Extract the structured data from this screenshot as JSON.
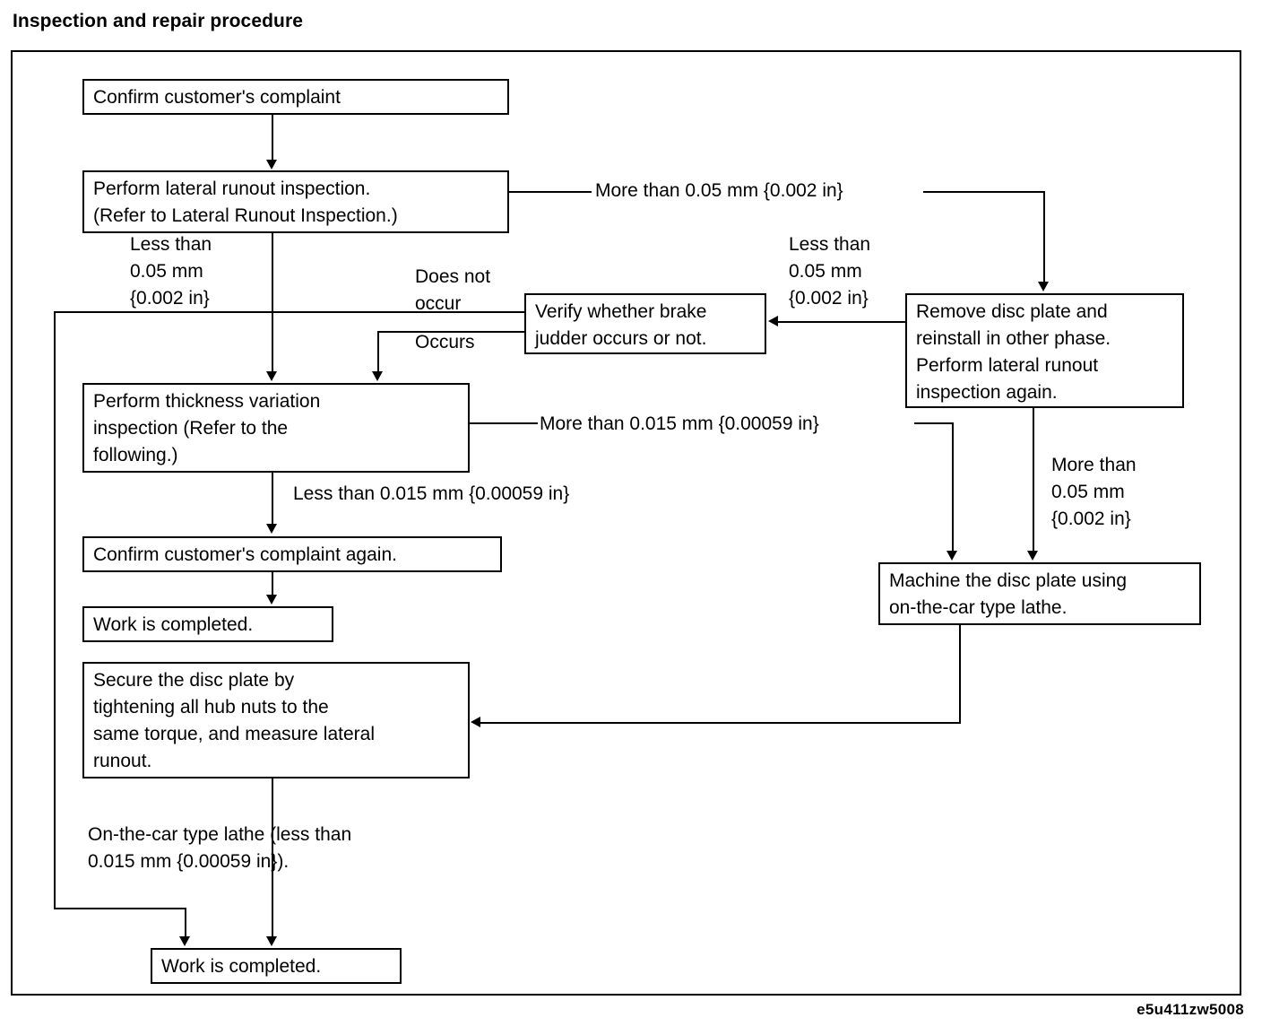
{
  "title": "Inspection and repair procedure",
  "footer_code": "e5u411zw5008",
  "nodes": {
    "confirm_complaint": "Confirm customer's complaint",
    "lateral_runout": "Perform lateral runout inspection.\n(Refer to Lateral Runout Inspection.)",
    "verify_judder": "Verify whether brake\njudder occurs or not.",
    "remove_disc_plate": "Remove disc plate and\nreinstall in other phase.\nPerform lateral runout\ninspection again.",
    "thickness_variation": "Perform thickness variation\ninspection (Refer to the\nfollowing.)",
    "confirm_again": "Confirm customer's complaint again.",
    "work_completed_upper": "Work is completed.",
    "secure_disc_plate": "Secure the disc plate by\ntightening all hub nuts to the\nsame torque, and measure lateral\nrunout.",
    "machine_disc_plate": "Machine the disc plate using\non-the-car type lathe.",
    "work_completed_lower": "Work is completed."
  },
  "edge_labels": {
    "more_than_005_top": "More than 0.05 mm {0.002 in}",
    "less_than_005_left": "Less than\n0.05 mm\n{0.002 in}",
    "less_than_005_right": "Less than\n0.05 mm\n{0.002 in}",
    "does_not_occur": "Does not\noccur",
    "occurs": "Occurs",
    "more_than_0015": "More than 0.015 mm {0.00059 in}",
    "less_than_0015": "Less than 0.015 mm {0.00059 in}",
    "more_than_005_right": "More than\n0.05 mm\n{0.002 in}",
    "on_the_car_lathe": "On-the-car type lathe (less than\n0.015 mm {0.00059 in})."
  },
  "chart_data": {
    "type": "diagram",
    "diagram_kind": "flowchart",
    "title": "Inspection and repair procedure",
    "nodes": [
      {
        "id": "n1",
        "label": "Confirm customer's complaint"
      },
      {
        "id": "n2",
        "label": "Perform lateral runout inspection. (Refer to Lateral Runout Inspection.)"
      },
      {
        "id": "n3",
        "label": "Verify whether brake judder occurs or not."
      },
      {
        "id": "n4",
        "label": "Remove disc plate and reinstall in other phase. Perform lateral runout inspection again."
      },
      {
        "id": "n5",
        "label": "Perform thickness variation inspection (Refer to the following.)"
      },
      {
        "id": "n6",
        "label": "Confirm customer's complaint again."
      },
      {
        "id": "n7",
        "label": "Work is completed."
      },
      {
        "id": "n8",
        "label": "Secure the disc plate by tightening all hub nuts to the same torque, and measure lateral runout."
      },
      {
        "id": "n9",
        "label": "Machine the disc plate using on-the-car type lathe."
      },
      {
        "id": "n10",
        "label": "Work is completed."
      }
    ],
    "edges": [
      {
        "from": "n1",
        "to": "n2",
        "label": ""
      },
      {
        "from": "n2",
        "to": "n4",
        "label": "More than 0.05 mm {0.002 in}"
      },
      {
        "from": "n2",
        "to": "n5",
        "label": "Less than 0.05 mm {0.002 in}"
      },
      {
        "from": "n4",
        "to": "n3",
        "label": "Less than 0.05 mm {0.002 in}"
      },
      {
        "from": "n4",
        "to": "n9",
        "label": "More than 0.05 mm {0.002 in}"
      },
      {
        "from": "n3",
        "to": "n8",
        "label": "Does not occur"
      },
      {
        "from": "n3",
        "to": "n5",
        "label": "Occurs"
      },
      {
        "from": "n5",
        "to": "n9",
        "label": "More than 0.015 mm {0.00059 in}"
      },
      {
        "from": "n5",
        "to": "n6",
        "label": "Less than 0.015 mm {0.00059 in}"
      },
      {
        "from": "n6",
        "to": "n7",
        "label": ""
      },
      {
        "from": "n9",
        "to": "n8",
        "label": ""
      },
      {
        "from": "n8",
        "to": "n10",
        "label": "On-the-car type lathe (less than 0.015 mm {0.00059 in})."
      }
    ]
  }
}
